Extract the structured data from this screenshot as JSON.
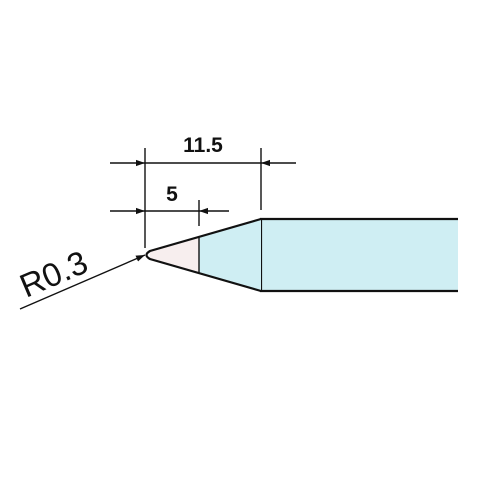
{
  "dimensions": {
    "overall_length": "11.5",
    "tip_length": "5",
    "tip_radius": "R0.3"
  },
  "colors": {
    "body_fill": "#cfeef3",
    "tip_fill": "#f7eeee",
    "line": "#111111",
    "background": "#ffffff"
  }
}
